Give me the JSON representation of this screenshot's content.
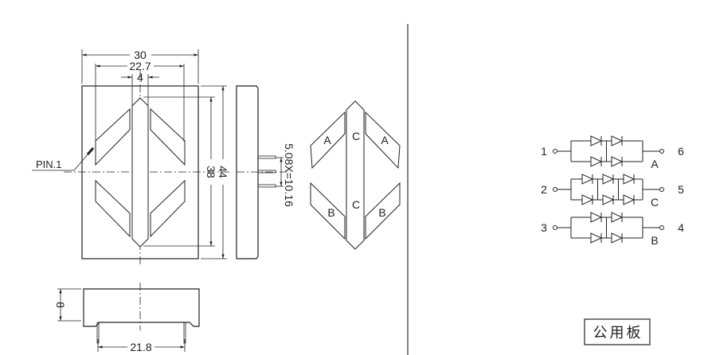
{
  "front_view": {
    "dim_width": "30",
    "dim_segment_span": "22.7",
    "dim_bar_width": "4",
    "dim_segment_height": "38",
    "dim_height": "44",
    "pin1_label": "PIN.1"
  },
  "side_view": {
    "pin_pitch_label": "5.08X=10.16"
  },
  "bottom_view": {
    "dim_depth": "8",
    "dim_pin_span": "21.8"
  },
  "segment_diagram": {
    "labels": {
      "upper_left": "A",
      "upper_right": "A",
      "center_top": "C",
      "center_bottom": "C",
      "lower_left": "B",
      "lower_right": "B"
    }
  },
  "circuit": {
    "rows": [
      {
        "left_pin": "1",
        "right_pin": "6",
        "segment": "A",
        "diodes_per_branch": 2
      },
      {
        "left_pin": "2",
        "right_pin": "5",
        "segment": "C",
        "diodes_per_branch": 3
      },
      {
        "left_pin": "3",
        "right_pin": "4",
        "segment": "B",
        "diodes_per_branch": 2
      }
    ],
    "common_label": "公用板"
  }
}
